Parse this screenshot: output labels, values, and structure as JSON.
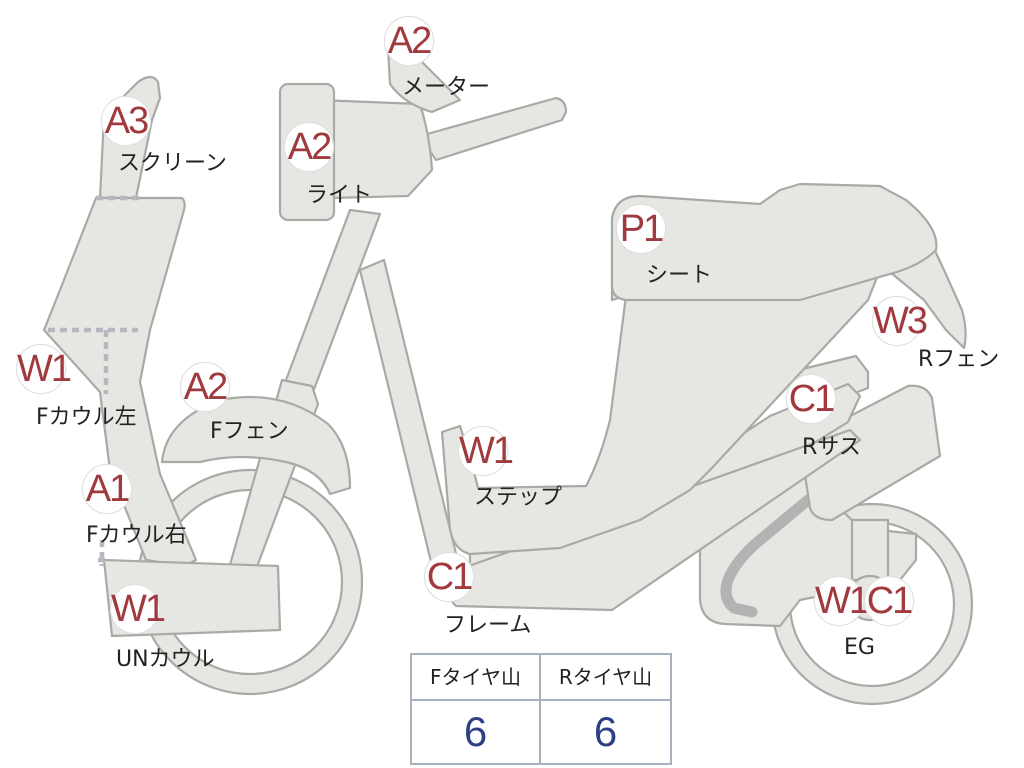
{
  "callouts": [
    {
      "id": "screen",
      "code": "A3",
      "label": "スクリーン"
    },
    {
      "id": "meter",
      "code": "A2",
      "label": "メーター"
    },
    {
      "id": "light",
      "code": "A2",
      "label": "ライト"
    },
    {
      "id": "seat",
      "code": "P1",
      "label": "シート"
    },
    {
      "id": "r-fender",
      "code": "W3",
      "label": "Rフェン"
    },
    {
      "id": "f-cowl-l",
      "code": "W1",
      "label": "Fカウル左"
    },
    {
      "id": "f-fender",
      "code": "A2",
      "label": "Fフェン"
    },
    {
      "id": "r-sus",
      "code": "C1",
      "label": "Rサス"
    },
    {
      "id": "step",
      "code": "W1",
      "label": "ステップ"
    },
    {
      "id": "f-cowl-r",
      "code": "A1",
      "label": "Fカウル右"
    },
    {
      "id": "frame",
      "code": "C1",
      "label": "フレーム"
    },
    {
      "id": "un-cowl",
      "code": "W1",
      "label": "UNカウル"
    },
    {
      "id": "eg-1",
      "code": "W1",
      "label": ""
    },
    {
      "id": "eg-2",
      "code": "C1",
      "label": ""
    },
    {
      "id": "eg",
      "code": "",
      "label": "EG"
    }
  ],
  "tire_table": {
    "headers": [
      "Fタイヤ山",
      "Rタイヤ山"
    ],
    "values": [
      "6",
      "6"
    ]
  },
  "colors": {
    "part_fill": "#e6e6e3",
    "outline": "#a9a9a6",
    "code_text": "#a03a3f",
    "value_text": "#2f3f85"
  }
}
